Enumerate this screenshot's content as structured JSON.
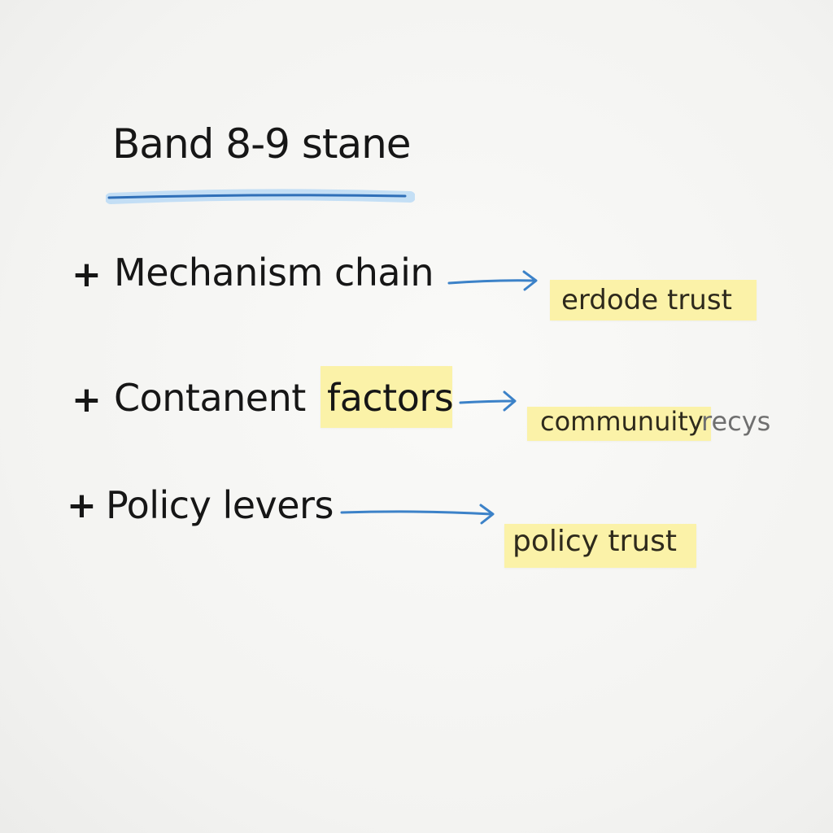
{
  "board": {
    "title": "Band 8-9 stane",
    "colors": {
      "ink": "#161616",
      "arrow": "#3c82c8",
      "underline": "#9cc8ee",
      "sticky": "#fbf2a8"
    },
    "items": [
      {
        "bullet": "+",
        "label": "Mechanism chain",
        "target": "erdode trust"
      },
      {
        "bullet": "+",
        "label_plain": "Contanent",
        "label_highlight": "factors",
        "target_main": "communuity",
        "target_overflow": "recys"
      },
      {
        "bullet": "+",
        "label": "Policy levers",
        "target": "policy trust"
      }
    ]
  }
}
